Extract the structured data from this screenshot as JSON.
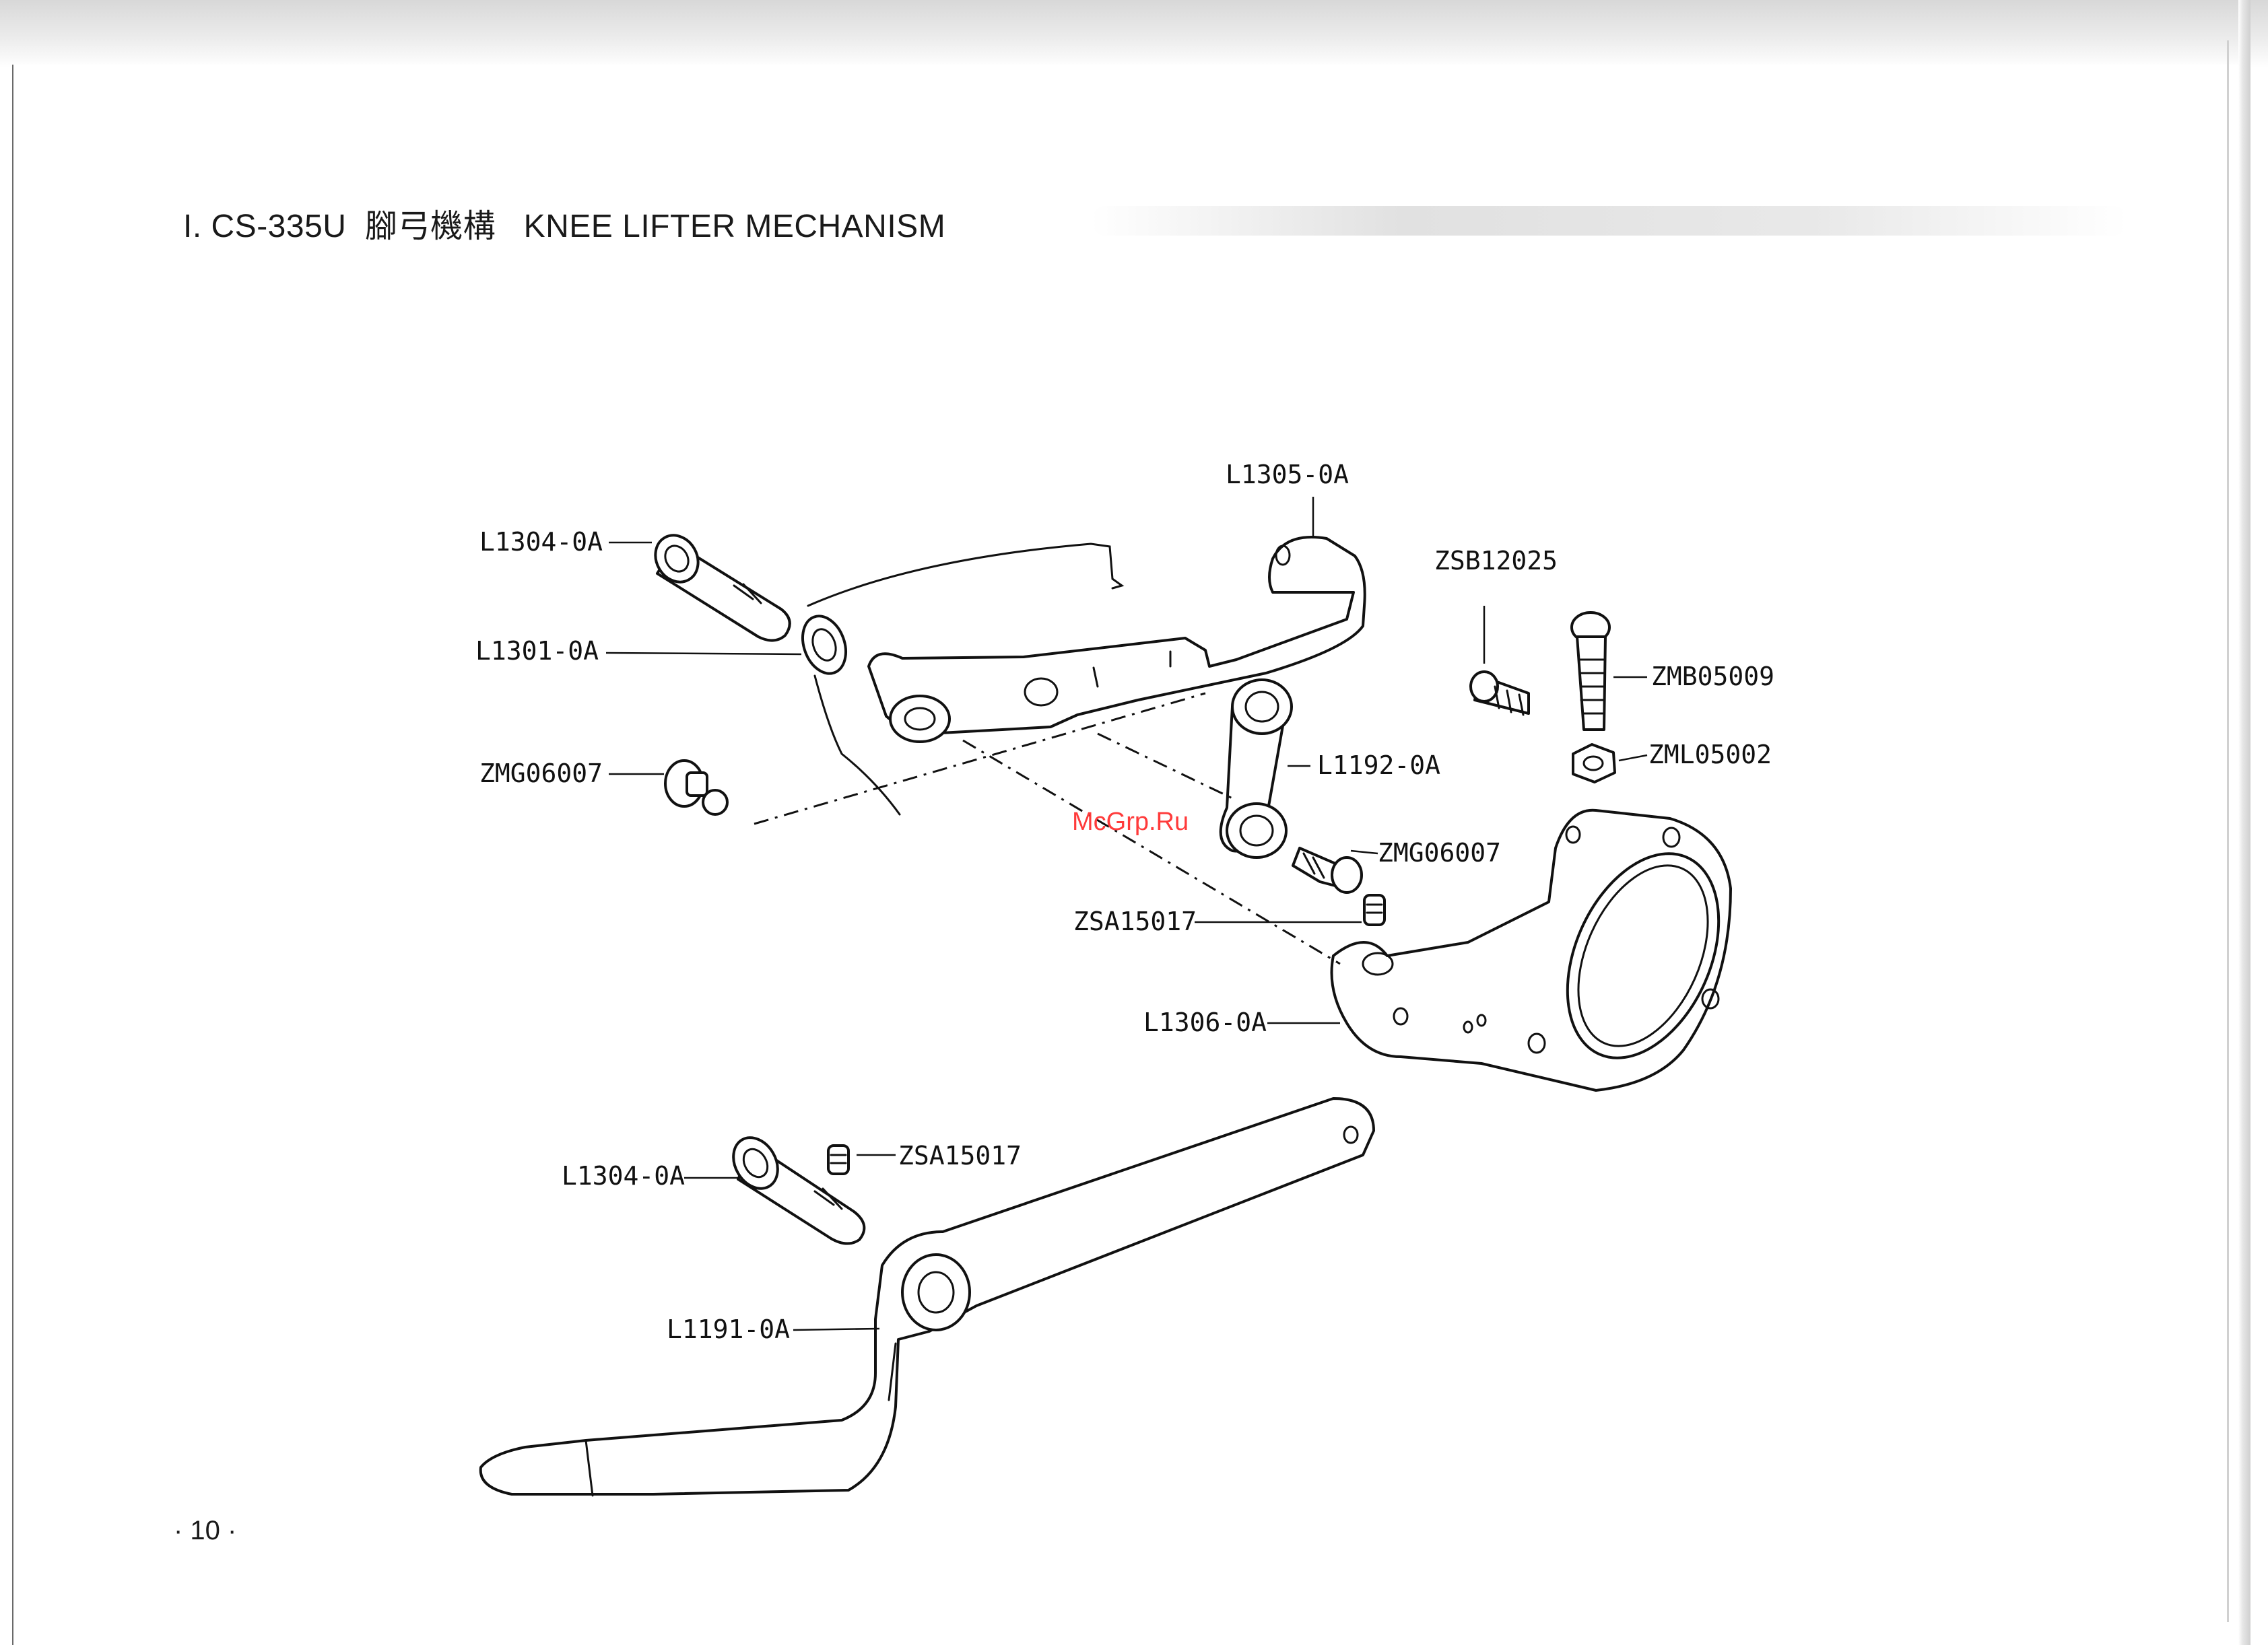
{
  "page": {
    "title": "I. CS-335U  腳弓機構   KNEE LIFTER MECHANISM",
    "page_number": "· 10 ·",
    "watermark": "McGrp.Ru"
  },
  "parts": [
    {
      "id": "l1305-0a",
      "label": "L1305-0A"
    },
    {
      "id": "l1304-0a-top",
      "label": "L1304-0A"
    },
    {
      "id": "zsb12025",
      "label": "ZSB12025"
    },
    {
      "id": "l1301-0a",
      "label": "L1301-0A"
    },
    {
      "id": "zmb05009",
      "label": "ZMB05009"
    },
    {
      "id": "zml05002",
      "label": "ZML05002"
    },
    {
      "id": "l1192-0a",
      "label": "L1192-0A"
    },
    {
      "id": "zmg06007-left",
      "label": "ZMG06007"
    },
    {
      "id": "zmg06007-right",
      "label": "ZMG06007"
    },
    {
      "id": "zsa15017-mid",
      "label": "ZSA15017"
    },
    {
      "id": "l1306-0a",
      "label": "L1306-0A"
    },
    {
      "id": "zsa15017-low",
      "label": "ZSA15017"
    },
    {
      "id": "l1304-0a-low",
      "label": "L1304-0A"
    },
    {
      "id": "l1191-0a",
      "label": "L1191-0A"
    }
  ],
  "colors": {
    "line": "#111111",
    "watermark": "#ff3b3b"
  }
}
